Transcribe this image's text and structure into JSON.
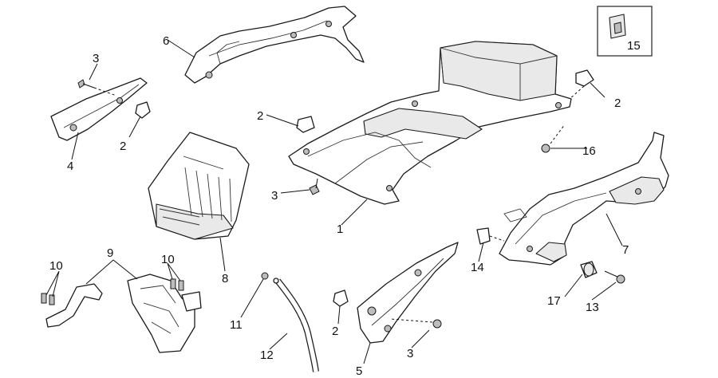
{
  "callouts": {
    "c1": "1",
    "c2a": "2",
    "c2b": "2",
    "c2c": "2",
    "c2d": "2",
    "c3a": "3",
    "c3b": "3",
    "c3c": "3",
    "c4": "4",
    "c5": "5",
    "c6": "6",
    "c7": "7",
    "c8": "8",
    "c9": "9",
    "c10a": "10",
    "c10b": "10",
    "c11": "11",
    "c12": "12",
    "c13": "13",
    "c14": "14",
    "c15": "15",
    "c16": "16",
    "c17": "17"
  }
}
